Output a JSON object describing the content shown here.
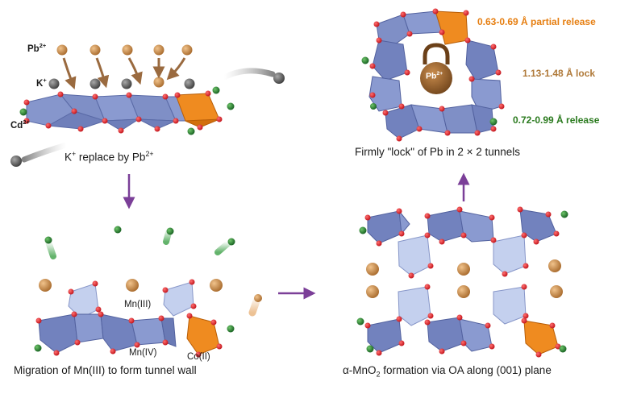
{
  "labels": {
    "k_replace_pre": "K",
    "k_replace_sup": "+",
    "k_replace_mid": " replace by Pb",
    "k_replace_sup2": "2+",
    "pb_ion": "Pb",
    "pb_ion_sup": "2+",
    "k_ion": "K",
    "k_ion_sup": "+",
    "cd_ion": "Cd",
    "cd_ion_sup": "2+",
    "lock_text": "Pb",
    "lock_sup": "2+",
    "lock_caption": "Firmly \"lock\" of Pb in 2 × 2 tunnels",
    "release_partial": "0.63-0.69 Å partial release",
    "lock_range": "1.13-1.48 Å lock",
    "release_full": "0.72-0.99 Å release",
    "mn3": "Mn(III)",
    "mn4": "Mn(IV)",
    "co2": "Co(II)",
    "migration_caption": "Migration of Mn(III) to form tunnel wall",
    "oa_caption_pre": "α-MnO",
    "oa_caption_sub": "2",
    "oa_caption_post": " formation via OA along (001) plane"
  },
  "colors": {
    "octahedron": "#7f8fc6",
    "octahedron_light": "#b9c7ea",
    "co_octahedron": "#ef8b20",
    "oxygen": "#e0242b",
    "pb_ball": "#c08548",
    "k_ball": "#6b6b6b",
    "cd_ball": "#1d7b2f",
    "arrow_purple": "#7b3f98",
    "arrow_brown": "#9a6a3f",
    "text_orange": "#e67e10",
    "text_brown": "#b07a3a",
    "text_green": "#2a7a1e"
  }
}
